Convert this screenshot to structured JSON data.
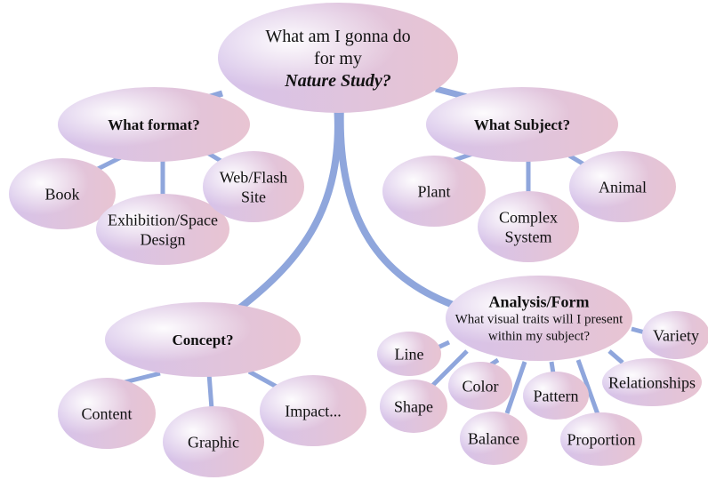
{
  "colors": {
    "line": "#8fa6dc",
    "bubble_left": "#d8c4ea",
    "bubble_right": "#e7c4d3",
    "highlight": "#ffffff"
  },
  "nodes": {
    "root": {
      "lines": [
        "What am I gonna do",
        "for my",
        "Nature Study?"
      ]
    },
    "format": {
      "lines": [
        "What format?"
      ]
    },
    "subject": {
      "lines": [
        "What Subject?"
      ]
    },
    "book": {
      "lines": [
        "Book"
      ]
    },
    "exhibition": {
      "lines": [
        "Exhibition/Space",
        "Design"
      ]
    },
    "web": {
      "lines": [
        "Web/Flash",
        "Site"
      ]
    },
    "plant": {
      "lines": [
        "Plant"
      ]
    },
    "complex": {
      "lines": [
        "Complex",
        "System"
      ]
    },
    "animal": {
      "lines": [
        "Animal"
      ]
    },
    "concept": {
      "lines": [
        "Concept?"
      ]
    },
    "content": {
      "lines": [
        "Content"
      ]
    },
    "graphic": {
      "lines": [
        "Graphic"
      ]
    },
    "impact": {
      "lines": [
        "Impact..."
      ]
    },
    "analysis": {
      "lines": [
        "Analysis/Form",
        "What visual traits will I present",
        "within my subject?"
      ]
    },
    "line": {
      "lines": [
        "Line"
      ]
    },
    "shape": {
      "lines": [
        "Shape"
      ]
    },
    "color": {
      "lines": [
        "Color"
      ]
    },
    "balance": {
      "lines": [
        "Balance"
      ]
    },
    "pattern": {
      "lines": [
        "Pattern"
      ]
    },
    "proportion": {
      "lines": [
        "Proportion"
      ]
    },
    "relationships": {
      "lines": [
        "Relationships"
      ]
    },
    "variety": {
      "lines": [
        "Variety"
      ]
    }
  }
}
